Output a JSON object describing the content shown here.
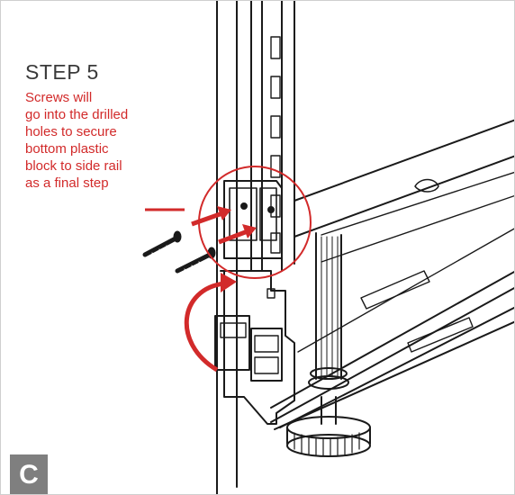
{
  "step": {
    "title": "STEP 5",
    "caption_lines": [
      "Screws will",
      "go into the drilled",
      "holes to secure",
      "bottom plastic",
      "block to side rail",
      "as a final step"
    ]
  },
  "panel": {
    "label": "C"
  },
  "colors": {
    "accent": "#d22a2a",
    "line": "#1a1a1a",
    "badge": "#7f7f7f",
    "title": "#3a3a3a"
  },
  "icons": [
    "screw-icon",
    "arrow-icon",
    "curved-arrow-icon"
  ]
}
